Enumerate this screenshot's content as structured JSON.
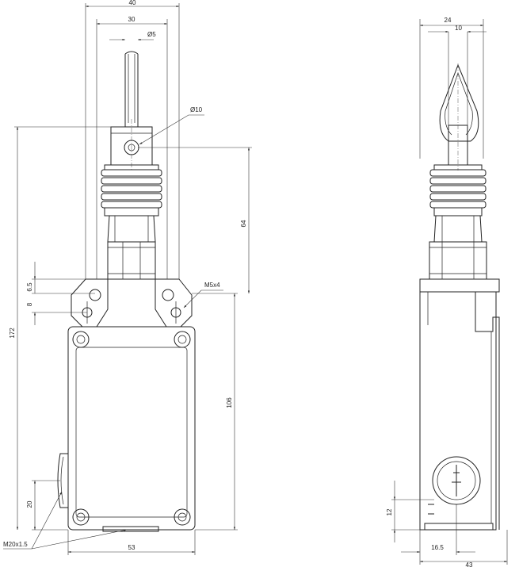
{
  "front_view": {
    "dims": {
      "width_top": "40",
      "width_inner": "30",
      "dia_rope": "Ø5",
      "dia_roller": "Ø10",
      "height_upper": "64",
      "height_total": "172",
      "offset_a": "6.5",
      "offset_b": "8",
      "thread_mount": "M5x4",
      "height_body": "106",
      "height_cable": "20",
      "thread_cable": "M20x1.5",
      "width_body": "53"
    }
  },
  "side_view": {
    "dims": {
      "width_top": "24",
      "width_inner": "10",
      "height_small": "12",
      "depth_partial": "16.5",
      "depth_total": "43"
    }
  }
}
